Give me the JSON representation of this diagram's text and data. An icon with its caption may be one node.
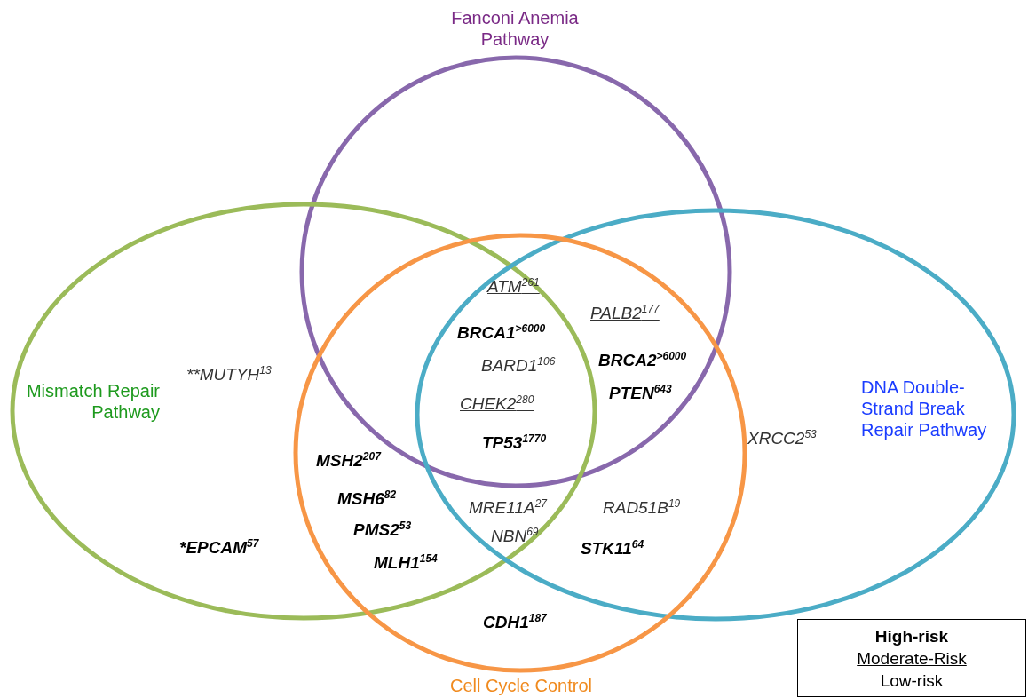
{
  "diagram": {
    "nodes": [
      {
        "text": [
          "Fanconi Anemia Pathway"
        ]
      },
      {
        "text": [
          "Mismatch Repair Pathway"
        ]
      },
      {
        "text": [
          "DNA Double-Strand Break Repair Pathway"
        ]
      },
      {
        "text": [
          "Cell Cycle Control"
        ]
      }
    ],
    "edges": [],
    "labels": [
      "ATM$^{261}$",
      "PALB2$^{177}$",
      "BRCA1$^{>6000}$",
      "**MUTYH$^{13}$",
      "BARD1$^{106}$",
      "BRCA2$^{>6000}$",
      "PTEN$^{643}$",
      "CHEK2$^{280}$",
      "TP53$^{1770}$",
      "XRCC2$^{53}$",
      "MSH2$^{207}$",
      "MSH6$^{82}$",
      "MRE11A$^{27}$",
      "RAD51B$^{19}$",
      "PMS2$^{53}$",
      "NBN$^{69}$",
      "*EPCAM$^{57}$",
      "STK11$^{64}$",
      "MLH1$^{154}$",
      "CDH1$^{187}$"
    ],
    "legend": [
      {
        "text": "High-risk"
      },
      {
        "text": "Moderate-Risk"
      },
      {
        "text": "Low-risk"
      }
    ]
  }
}
